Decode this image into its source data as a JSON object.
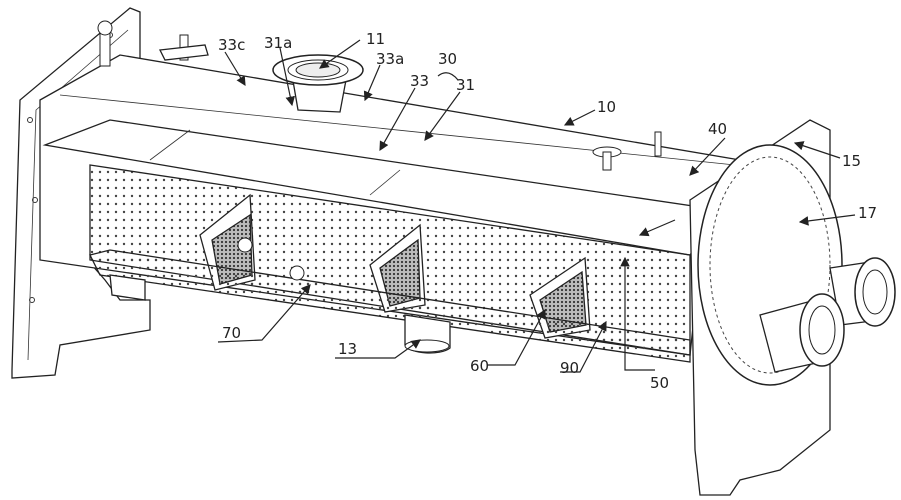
{
  "figure": {
    "labels": [
      {
        "id": "l11",
        "text": "11"
      },
      {
        "id": "l31a",
        "text": "31a"
      },
      {
        "id": "l33c",
        "text": "33c"
      },
      {
        "id": "l30",
        "text": "30"
      },
      {
        "id": "l33a",
        "text": "33a"
      },
      {
        "id": "l33",
        "text": "33"
      },
      {
        "id": "l31",
        "text": "31"
      },
      {
        "id": "l10",
        "text": "10"
      },
      {
        "id": "l40",
        "text": "40"
      },
      {
        "id": "l15",
        "text": "15"
      },
      {
        "id": "l17",
        "text": "17"
      },
      {
        "id": "l70",
        "text": "70"
      },
      {
        "id": "l13",
        "text": "13"
      },
      {
        "id": "l60",
        "text": "60"
      },
      {
        "id": "l90",
        "text": "90"
      },
      {
        "id": "l50",
        "text": "50"
      }
    ]
  }
}
